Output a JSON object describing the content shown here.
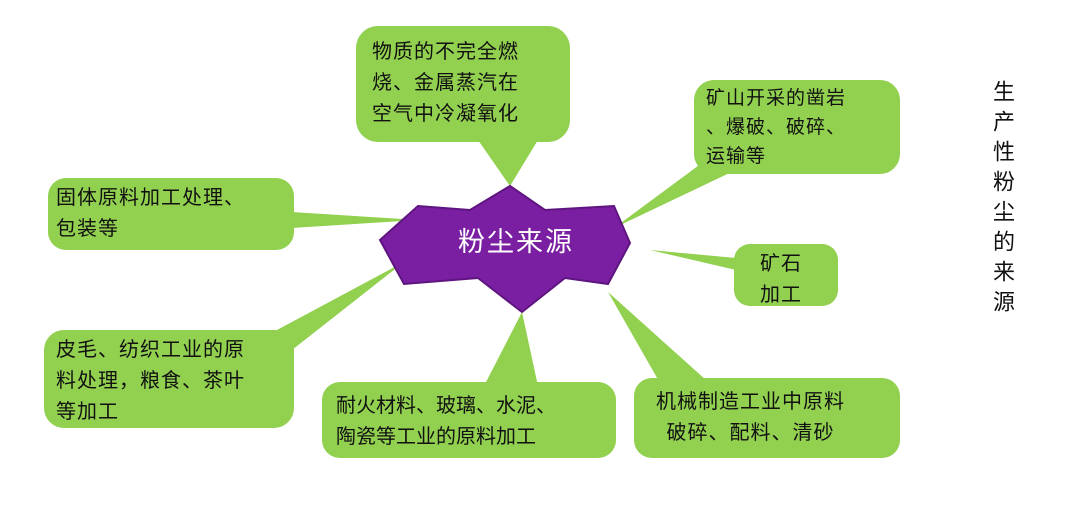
{
  "center": {
    "label": "粉尘来源"
  },
  "side_title": "生产性粉尘的来源",
  "colors": {
    "bubble_fill": "#92d050",
    "center_fill": "#7b1fa2",
    "center_stroke": "#5e1580"
  },
  "sources": [
    {
      "text": "物质的不完全燃\n烧、金属蒸汽在\n空气中冷凝氧化"
    },
    {
      "text": "矿山开采的凿岩\n、爆破、破碎、\n运输等"
    },
    {
      "text": "固体原料加工处理、\n包装等"
    },
    {
      "text": "矿石\n加工"
    },
    {
      "text": "皮毛、纺织工业的原\n料处理，粮食、茶叶\n等加工"
    },
    {
      "text": "耐火材料、玻璃、水泥、\n陶瓷等工业的原料加工"
    },
    {
      "text": "机械制造工业中原料\n破碎、配料、清砂"
    }
  ]
}
